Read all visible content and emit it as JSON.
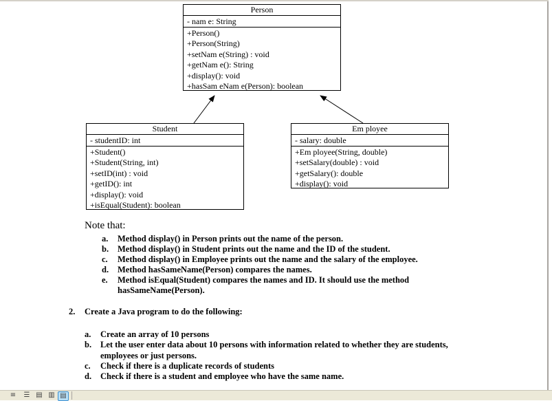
{
  "diagram": {
    "person": {
      "title": "Person",
      "attribute": "-   nam e: String",
      "methods": [
        "+Person()",
        "+Person(String)",
        "+setNam e(String)  : void",
        "+getNam e():  String",
        "+display():  void",
        "+hasSam eNam e(Person): boolean"
      ]
    },
    "student": {
      "title": "Student",
      "attribute": "-   studentID: int",
      "methods": [
        "+Student()",
        "+Student(String, int)",
        "+setID(int)  : void",
        "+getID():  int",
        "+display():  void",
        "+isEqual(Student): boolean"
      ]
    },
    "employee": {
      "title": "Em ployee",
      "attribute": "-   salary: double",
      "methods": [
        "+Em ployee(String,  double)",
        "+setSalary(double) : void",
        "+getSalary():  double",
        "+display():  void"
      ]
    }
  },
  "notes": {
    "heading": "Note that:",
    "items": [
      {
        "label": "a.",
        "text": "Method display() in Person prints out the name of the person."
      },
      {
        "label": "b.",
        "text": "Method display() in Student  prints  out the name and the ID of the student."
      },
      {
        "label": "c.",
        "text": "Method display() in Employee prints out the name and the salary of the employee."
      },
      {
        "label": "d.",
        "text": "Method hasSameName(Person)  compares the names."
      },
      {
        "label": "e.",
        "text": "Method isEqual(Student)  compares the names and ID. It should use the method",
        "text2": "hasSameName(Person)."
      }
    ]
  },
  "task2": {
    "number": "2.",
    "text": "Create a Java program to do the  following:",
    "items": [
      {
        "label": "a.",
        "text": "Create an array of 10 persons"
      },
      {
        "label": "b.",
        "text": "Let the user enter data about 10 persons with information related to whether  they are students,",
        "text2": "employees or just persons."
      },
      {
        "label": "c.",
        "text": "Check  if there is a duplicate records of students"
      },
      {
        "label": "d.",
        "text": "Check  if there is a student  and employee who have the same name."
      }
    ]
  },
  "statusbar": {
    "view_buttons": [
      "normal-view-icon",
      "outline-view-icon",
      "print-layout-icon",
      "reading-layout-icon",
      "web-layout-icon"
    ],
    "active_view": "web-layout-icon"
  }
}
